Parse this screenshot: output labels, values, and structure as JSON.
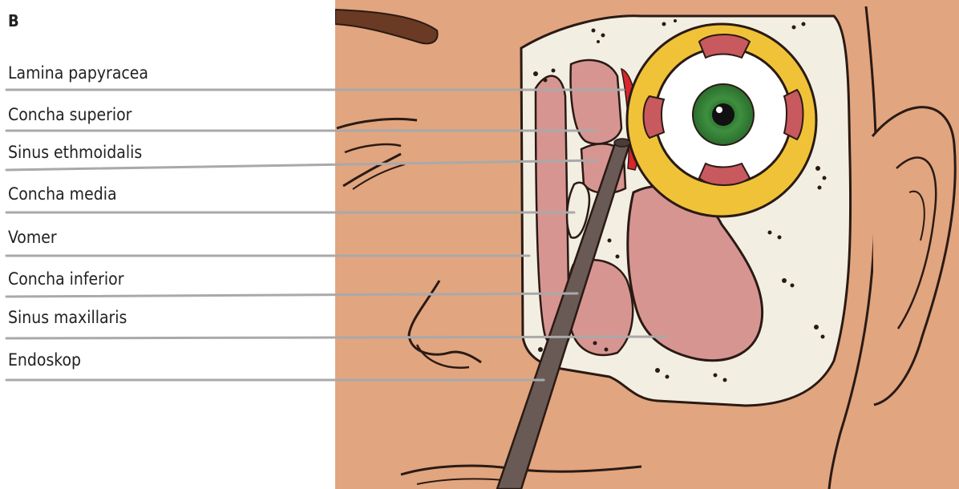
{
  "panel_letter": "B",
  "labels": [
    "Lamina papyracea",
    "Concha superior",
    "Sinus ethmoidalis",
    "Concha media",
    "Vomer",
    "Concha inferior",
    "Sinus maxillaris",
    "Endoskop"
  ],
  "colors": {
    "skin": "#E1A57F",
    "bone": "#F3EEE2",
    "mucosa": "#D79591",
    "orbit_fat": "#F0C238",
    "iris": "#3E8F3F",
    "endoscope": "#6A5A55",
    "leader_line": "#A9A9A9",
    "outline": "#2A1A14",
    "eyebrow": "#6B3A24",
    "lamina": "#D9262C"
  }
}
